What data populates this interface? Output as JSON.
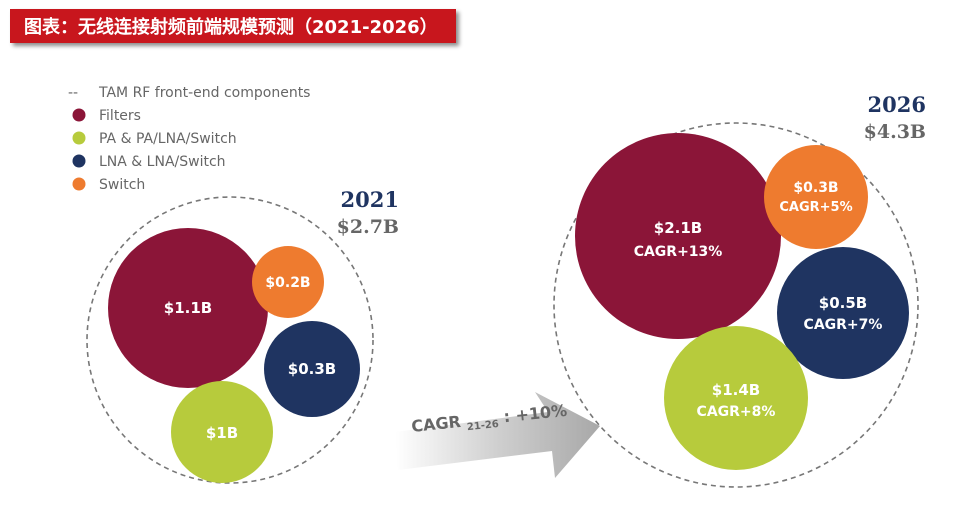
{
  "page_title": "图表：无线连接射频前端规模预测（2021-2026）",
  "colors": {
    "banner": "#c8161d",
    "Filters": "#8b1538",
    "PA & PA/LNA/Switch": "#b7cb3c",
    "LNA & LNA/Switch": "#1f3461",
    "Switch": "#ee7b2f"
  },
  "chart_data": {
    "type": "bubble",
    "legend": [
      {
        "symbol": "--",
        "label": "TAM RF front-end components"
      },
      {
        "symbol": "circle",
        "label": "Filters"
      },
      {
        "symbol": "circle",
        "label": "PA & PA/LNA/Switch"
      },
      {
        "symbol": "circle",
        "label": "LNA & LNA/Switch"
      },
      {
        "symbol": "circle",
        "label": "Switch"
      }
    ],
    "years": [
      {
        "year": "2021",
        "total": "$2.7B",
        "segments": [
          {
            "category": "Filters",
            "value": 1.1,
            "label": "$1.1B"
          },
          {
            "category": "Switch",
            "value": 0.2,
            "label": "$0.2B"
          },
          {
            "category": "LNA & LNA/Switch",
            "value": 0.3,
            "label": "$0.3B"
          },
          {
            "category": "PA & PA/LNA/Switch",
            "value": 1.0,
            "label": "$1B"
          }
        ]
      },
      {
        "year": "2026",
        "total": "$4.3B",
        "segments": [
          {
            "category": "Filters",
            "value": 2.1,
            "label": "$2.1B",
            "cagr": "CAGR+13%"
          },
          {
            "category": "Switch",
            "value": 0.3,
            "label": "$0.3B",
            "cagr": "CAGR+5%"
          },
          {
            "category": "LNA & LNA/Switch",
            "value": 0.5,
            "label": "$0.5B",
            "cagr": "CAGR+7%"
          },
          {
            "category": "PA & PA/LNA/Switch",
            "value": 1.4,
            "label": "$1.4B",
            "cagr": "CAGR+8%"
          }
        ]
      }
    ],
    "arrow_label": {
      "prefix": "CAGR",
      "subscript": "21-26",
      "suffix": ": +10%"
    }
  }
}
